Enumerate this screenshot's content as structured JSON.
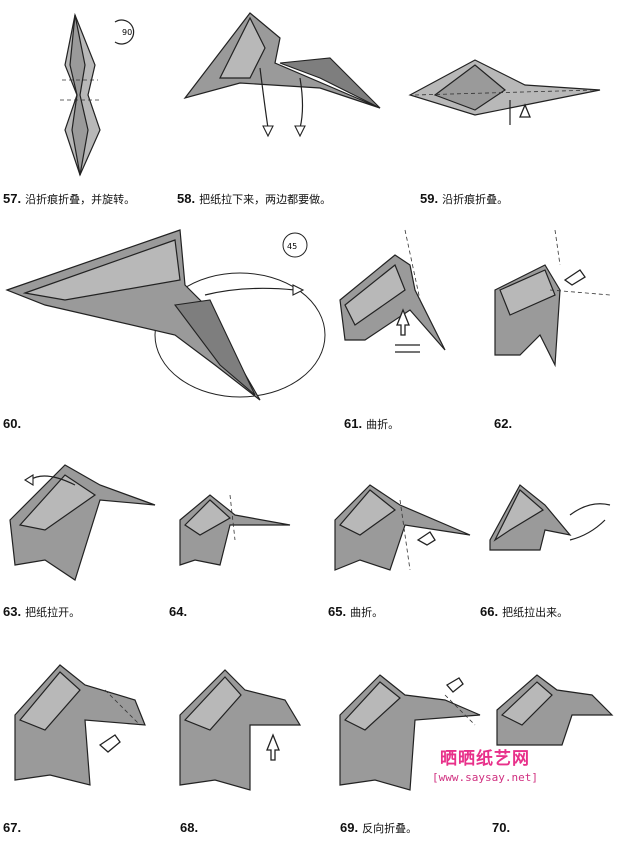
{
  "steps": [
    {
      "num": "57.",
      "text": "沿折痕折叠，并旋转。",
      "rotate_label": "90"
    },
    {
      "num": "58.",
      "text": "把纸拉下来，两边都要做。"
    },
    {
      "num": "59.",
      "text": "沿折痕折叠。"
    },
    {
      "num": "60.",
      "text": "",
      "rotate_label": "45"
    },
    {
      "num": "61.",
      "text": "曲折。"
    },
    {
      "num": "62.",
      "text": ""
    },
    {
      "num": "63.",
      "text": "把纸拉开。"
    },
    {
      "num": "64.",
      "text": ""
    },
    {
      "num": "65.",
      "text": "曲折。"
    },
    {
      "num": "66.",
      "text": "把纸拉出来。"
    },
    {
      "num": "67.",
      "text": ""
    },
    {
      "num": "68.",
      "text": ""
    },
    {
      "num": "69.",
      "text": "反向折叠。"
    },
    {
      "num": "70.",
      "text": ""
    }
  ],
  "watermark": {
    "title": "晒晒纸艺网",
    "url": "[www.saysay.net]"
  }
}
